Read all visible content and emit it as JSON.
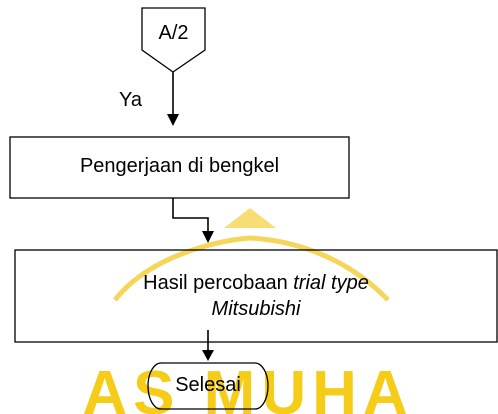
{
  "diagram": {
    "connector": {
      "label": "A/2"
    },
    "edge_yes_label": "Ya",
    "process_1": {
      "label": "Pengerjaan di bengkel"
    },
    "process_2": {
      "line1_prefix": "Hasil percobaan ",
      "line1_italic": "trial type",
      "line2_italic": "Mitsubishi"
    },
    "terminator": {
      "label": "Selesai"
    }
  },
  "colors": {
    "stroke": "#000000",
    "watermark": "#f2c200"
  },
  "watermark": {
    "text": "AS MUHA"
  }
}
